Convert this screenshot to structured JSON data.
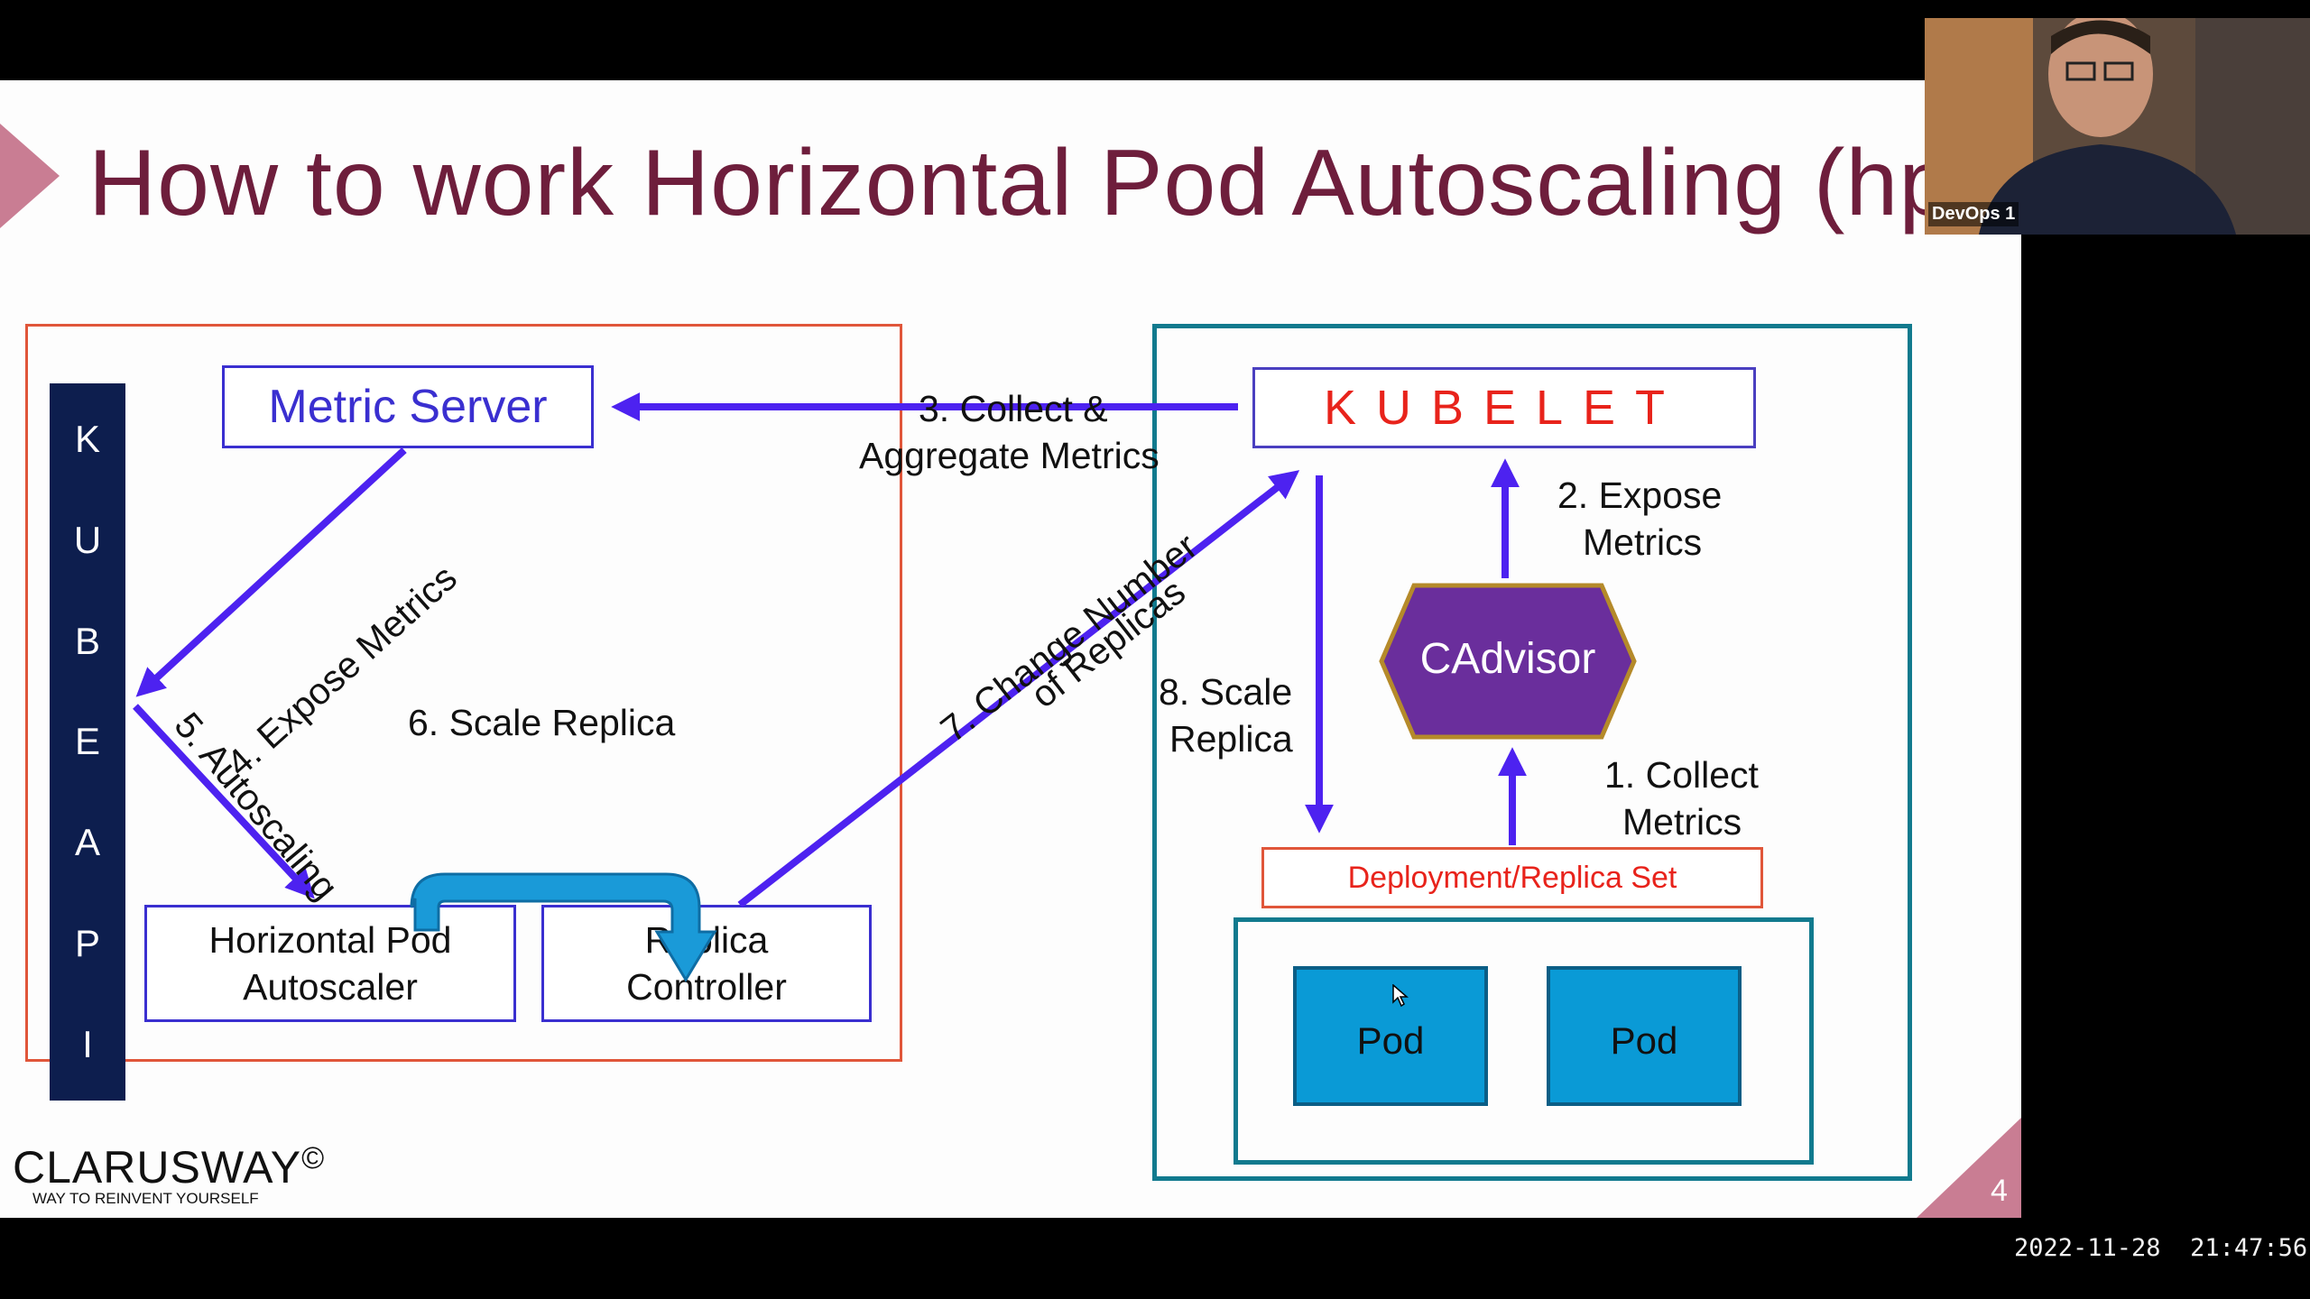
{
  "slide": {
    "title": "How to work Horizontal Pod Autoscaling (hpa)",
    "page_number": "4",
    "logo": {
      "name": "CLARUSWAY",
      "symbol": "©",
      "tagline": "WAY TO REINVENT YOURSELF"
    }
  },
  "diagram": {
    "kube_api_letters": [
      "K",
      "U",
      "B",
      "E",
      "A",
      "P",
      "I"
    ],
    "metric_server": "Metric Server",
    "hpa": {
      "line1": "Horizontal Pod",
      "line2": "Autoscaler"
    },
    "replica_controller": {
      "line1": "Replica",
      "line2": "Controller"
    },
    "kubelet": "KUBELET",
    "cadvisor": "CAdvisor",
    "deployment": "Deployment/Replica Set",
    "pods": [
      "Pod",
      "Pod"
    ],
    "steps": {
      "s1": {
        "line1": "1. Collect",
        "line2": "Metrics"
      },
      "s2": {
        "line1": "2. Expose",
        "line2": "Metrics"
      },
      "s3": {
        "line1": "3. Collect &",
        "line2": "Aggregate Metrics"
      },
      "s4": "4. Expose Metrics",
      "s5": "5. Autoscaling",
      "s6": "6. Scale Replica",
      "s7": {
        "line1": "7. Change Number",
        "line2": "of Replicas"
      },
      "s8": {
        "line1": "8. Scale",
        "line2": "Replica"
      }
    },
    "colors": {
      "arrow": "#4d22f0",
      "kubelet_text": "#e8231b",
      "kube_api_bg": "#0d1e4e",
      "cadvisor": "#6a2e9c",
      "pod": "#0a9ad6",
      "frame_left": "#e0563a",
      "frame_right": "#117a8e"
    }
  },
  "webcam": {
    "participant_name": "DevOps 1"
  },
  "recording": {
    "timestamp": "2022-11-28  21:47:56"
  }
}
